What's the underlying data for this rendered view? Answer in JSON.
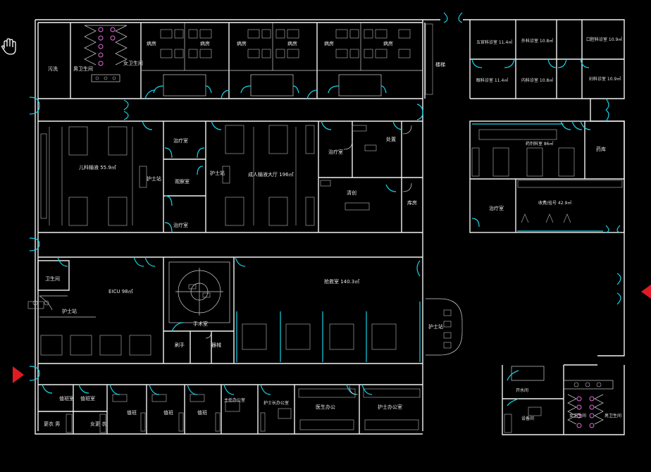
{
  "colors": {
    "background": "#000000",
    "walls": "#f2f2f2",
    "doors": "#19d3e6",
    "marker": "#e01b24",
    "fixtures": "#e36bd6"
  },
  "icons": {
    "pan_tool": "hand-icon",
    "entry_marker": "red-triangle-icon"
  },
  "rooms": {
    "r_cleaner": "污洗",
    "r_male_wc": "男卫生间",
    "r_female_wc": "女卫生间",
    "r_ward1a": "病房",
    "r_ward1b": "病房",
    "r_ward2a": "病房",
    "r_ward2b": "病房",
    "r_ward3a": "病房",
    "r_ward3b": "病房",
    "r_corridor": "楼梯",
    "r_tr1": "五官科诊室 11.4㎡",
    "r_tr2": "外科诊室 10.8㎡",
    "r_tr3": "口腔科诊室 10.9㎡",
    "r_tr4": "眼科诊室 11.4㎡",
    "r_tr5": "内科诊室 10.8㎡",
    "r_tr6": "妇科诊室 10.9㎡",
    "r_child_infusion": "儿科输液 55.9㎡",
    "r_nurse1": "护士站",
    "r_treat1": "治疗室",
    "r_obs": "观察室",
    "r_treat2": "治疗室",
    "r_nurse2": "护士站",
    "r_adult_infusion": "成人输液大厅 196㎡",
    "r_treat3": "治疗室",
    "r_disposal": "处置",
    "r_debride": "清创",
    "r_storage": "库房",
    "r_pharmacy": "药剂科室 86㎡",
    "r_drugstore": "药库",
    "r_treat4": "治疗室",
    "r_charge": "收费/挂号 42.9㎡",
    "r_wc2": "卫生间",
    "r_icu": "EICU 98㎡",
    "r_nurse3": "护士站",
    "r_or": "手术室",
    "r_clean": "刷手",
    "r_sterile": "器械",
    "r_rescue": "抢救室 140.3㎡",
    "r_nurse4": "护士站",
    "r_duty_m": "值班室",
    "r_duty_f": "值班室",
    "r_male_dress": "更衣 男",
    "r_female_dress": "女更 衣",
    "r_office1": "值班",
    "r_office2": "值班",
    "r_office3": "值班",
    "r_office4": "主任办公室",
    "r_office5": "护士长办公室",
    "r_office6": "医生办公",
    "r_office7": "护士办公室",
    "r_pantry": "开水间",
    "r_equipment": "设备间",
    "r_female_wc2": "女卫生间",
    "r_male_wc2": "男卫生间"
  }
}
